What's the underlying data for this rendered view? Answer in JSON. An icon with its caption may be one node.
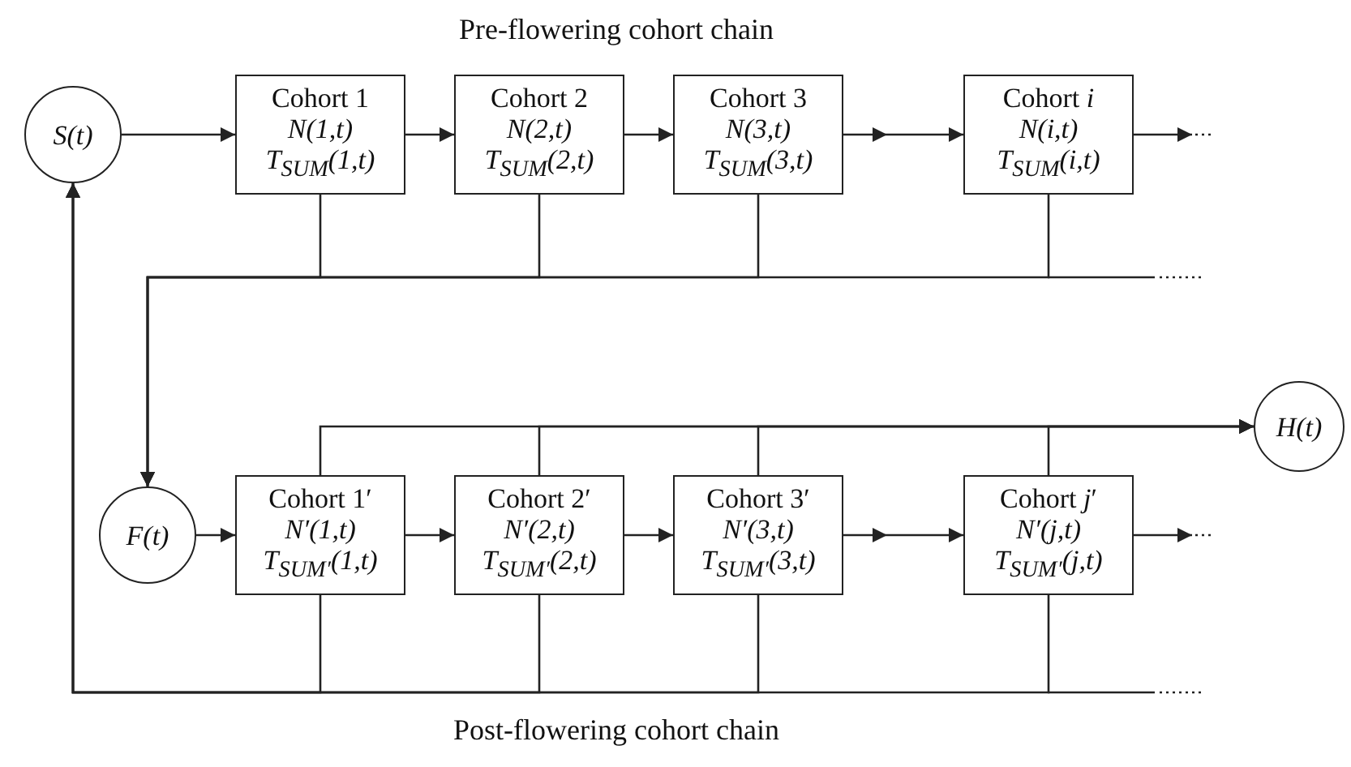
{
  "diagram": {
    "nodes": [
      {
        "text": [
          "S(t)"
        ]
      },
      {
        "text": [
          "Cohort 1",
          "N(1,t)",
          "T$_{SUM}$(1,t)"
        ]
      },
      {
        "text": [
          "Cohort 2",
          "N(2,t)",
          "T$_{SUM}$(2,t)"
        ]
      },
      {
        "text": [
          "Cohort 3",
          "N(3,t)",
          "T$_{SUM}$(3,t)"
        ]
      },
      {
        "text": [
          "Cohort *i*",
          "N(i,t)",
          "T$_{SUM}$(i,t)"
        ]
      },
      {
        "text": [
          "F(t)"
        ]
      },
      {
        "text": [
          "Cohort 1′",
          "N′(1,t)",
          "T$_{SUM′}$(1,t)"
        ]
      },
      {
        "text": [
          "Cohort 2′",
          "N′(2,t)",
          "T$_{SUM′}$(2,t)"
        ]
      },
      {
        "text": [
          "Cohort 3′",
          "N′(3,t)",
          "T$_{SUM′}$(3,t)"
        ]
      },
      {
        "text": [
          "Cohort *j*′",
          "N′(j,t)",
          "T$_{SUM′}$(j,t)"
        ]
      },
      {
        "text": [
          "H(t)"
        ]
      }
    ],
    "edges": [
      {
        "from": 0,
        "to": 1,
        "arrow": "to"
      },
      {
        "from": 1,
        "to": 2,
        "arrow": "to"
      },
      {
        "from": 2,
        "to": 3,
        "arrow": "to"
      },
      {
        "from": 3,
        "to": 4,
        "arrow": "to"
      },
      {
        "from": 4,
        "to": null,
        "arrow": "to"
      },
      {
        "from": 1,
        "to": 5,
        "arrow": "to"
      },
      {
        "from": 2,
        "to": 5,
        "arrow": "to"
      },
      {
        "from": 3,
        "to": 5,
        "arrow": "to"
      },
      {
        "from": 4,
        "to": 5,
        "arrow": "to"
      },
      {
        "from": 5,
        "to": 6,
        "arrow": "to"
      },
      {
        "from": 6,
        "to": 7,
        "arrow": "to"
      },
      {
        "from": 7,
        "to": 8,
        "arrow": "to"
      },
      {
        "from": 8,
        "to": 9,
        "arrow": "to"
      },
      {
        "from": 9,
        "to": null,
        "arrow": "to"
      },
      {
        "from": 6,
        "to": 10,
        "arrow": "to"
      },
      {
        "from": 7,
        "to": 10,
        "arrow": "to"
      },
      {
        "from": 8,
        "to": 10,
        "arrow": "to"
      },
      {
        "from": 9,
        "to": 10,
        "arrow": "to"
      },
      {
        "from": 6,
        "to": 0,
        "arrow": "to"
      },
      {
        "from": 7,
        "to": 0,
        "arrow": "to"
      },
      {
        "from": 8,
        "to": 0,
        "arrow": "to"
      },
      {
        "from": 9,
        "to": 0,
        "arrow": "to"
      }
    ],
    "labels": [
      "Pre-flowering cohort chain",
      "Post-flowering cohort chain"
    ]
  }
}
